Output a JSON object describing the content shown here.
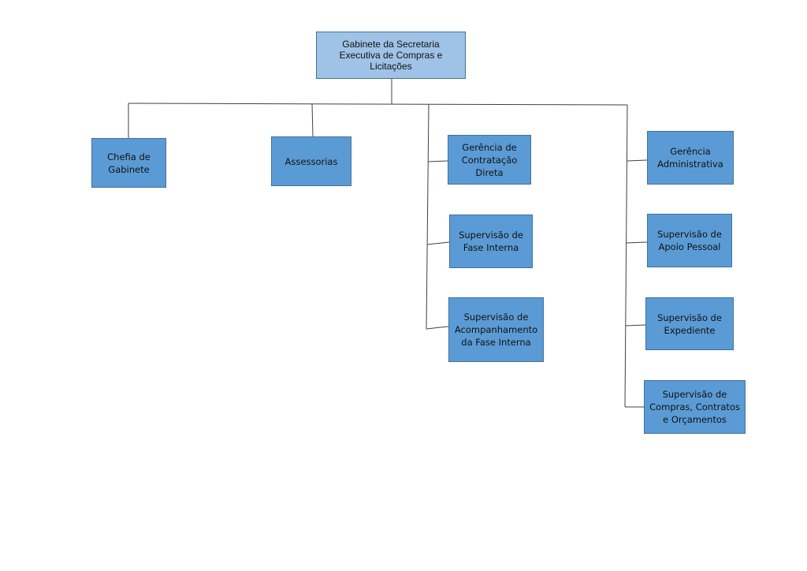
{
  "org_chart": {
    "root": {
      "label": "Gabinete da Secretaria\nExecutiva de Compras e\nLicitações"
    },
    "chefia": {
      "label": "Chefia de\nGabinete"
    },
    "assessorias": {
      "label": "Assessorias"
    },
    "left_column": [
      {
        "label": "Gerência de\nContratação\nDireta"
      },
      {
        "label": "Supervisão de\nFase Interna"
      },
      {
        "label": "Supervisão de\nAcompanhamento\nda Fase Interna"
      }
    ],
    "right_column": [
      {
        "label": "Gerência\nAdministrativa"
      },
      {
        "label": "Supervisão de\nApoio Pessoal"
      },
      {
        "label": "Supervisão de\nExpediente"
      },
      {
        "label": "Supervisão de\nCompras, Contratos\ne Orçamentos"
      }
    ]
  }
}
